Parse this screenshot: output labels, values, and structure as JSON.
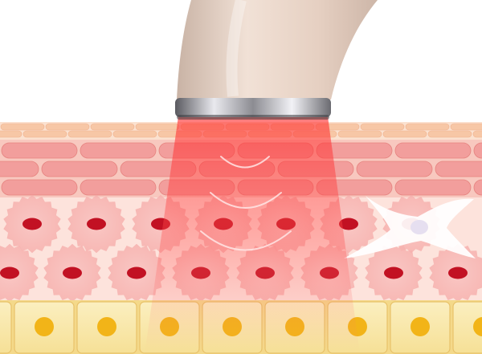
{
  "illustration": {
    "layers": [
      {
        "name": "epidermis-surface",
        "color": "#f7c7a6"
      },
      {
        "name": "muscle-fiber-layer",
        "color": "#f29e9c"
      },
      {
        "name": "dermis-cell-layer",
        "color": "#fde0d8",
        "nucleus_color": "#c21123"
      },
      {
        "name": "fat-cell-layer",
        "color": "#f9e7a7",
        "nucleus_color": "#f2b418"
      }
    ],
    "device": {
      "body_color": "#e8d3c6",
      "ring_color": "#9a9aa0"
    },
    "light_beam": {
      "color": "#ff3b3b"
    }
  }
}
